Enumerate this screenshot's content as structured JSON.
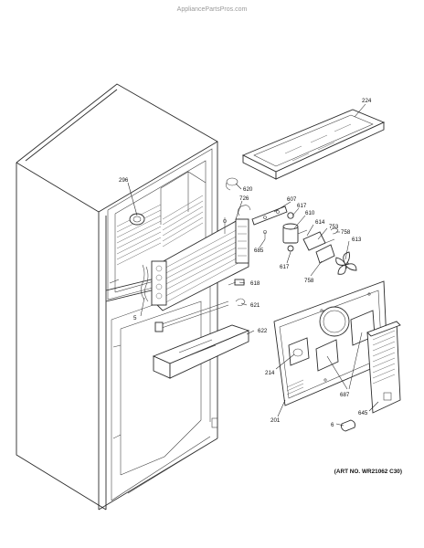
{
  "watermark": "AppliancePartsPros.com",
  "art_number": "(ART NO. WR21062 C30)",
  "callouts": {
    "c224": "224",
    "c296": "296",
    "c620": "620",
    "c726": "726",
    "c607": "607",
    "c617a": "617",
    "c610": "610",
    "c614": "614",
    "c753": "753",
    "c758a": "758",
    "c613": "613",
    "c685": "685",
    "c617b": "617",
    "c758b": "758",
    "c618": "618",
    "c5": "5",
    "c621": "621",
    "c622": "622",
    "c214": "214",
    "c687": "687",
    "c645": "645",
    "c201": "201",
    "c6": "6"
  }
}
